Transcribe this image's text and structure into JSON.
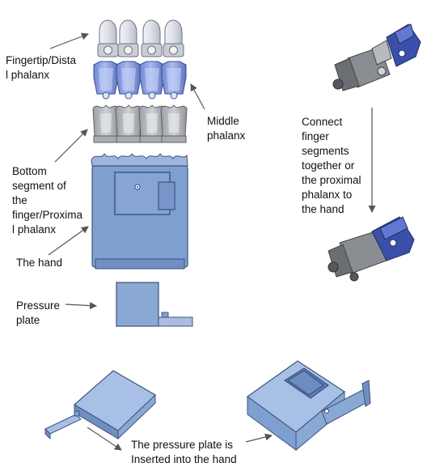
{
  "labels": {
    "fingertip": "Fingertip/Dista\nl phalanx",
    "middle": "Middle\nphalanx",
    "bottom": "Bottom\nsegment of\nthe\nfinger/Proxima\nl phalanx",
    "hand": "The hand",
    "pressure": "Pressure\nplate",
    "connect": "Connect\nfinger\nsegments\ntogether or\nthe proximal\nphalanx to\nthe hand",
    "inserted": "The pressure plate is\nInserted into the hand"
  },
  "colors": {
    "hand_fill": "#7f9fd0",
    "hand_stroke": "#3d557c",
    "tip_fill": "#dcdfe6",
    "middle_fill": "#8aa4e6",
    "proximal_fill": "#b8bbc1",
    "plate_fill": "#8aa8d4",
    "joint_blue": "#3a50a8",
    "joint_gray": "#6b6e73",
    "arrow": "#555555"
  }
}
